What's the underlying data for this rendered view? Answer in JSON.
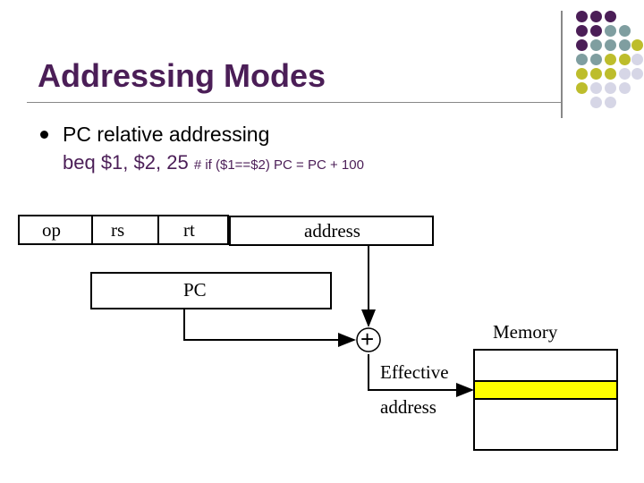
{
  "slide": {
    "title": "Addressing Modes",
    "bullet_text": "PC relative addressing",
    "instruction": "beq $1, $2, 25",
    "comment": "# if ($1==$2) PC = PC + 100"
  },
  "diagram": {
    "fields": {
      "op": "op",
      "rs": "rs",
      "rt": "rt",
      "address": "address"
    },
    "pc_label": "PC",
    "adder_symbol": "+",
    "memory_label": "Memory",
    "effective_label_1": "Effective",
    "effective_label_2": "address"
  },
  "colors": {
    "title": "#4b1e57",
    "accent_purple": "#4b1e57",
    "accent_teal": "#7f9ea0",
    "accent_olive": "#bdbd2c",
    "accent_light": "#d6d6e6",
    "highlight": "#ffff00"
  }
}
